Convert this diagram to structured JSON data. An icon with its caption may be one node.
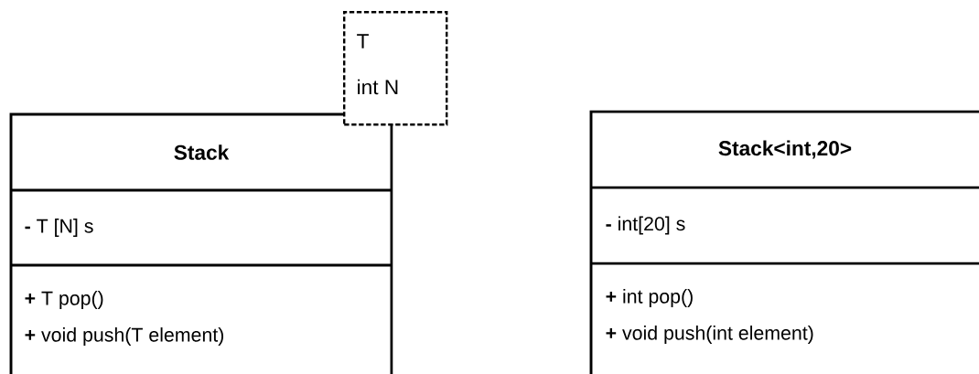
{
  "diagram": {
    "nodes": [
      {
        "text": [
          "Stack",
          "**-** T [N] s",
          "**+** T pop()",
          "**+** void  push(T element)"
        ]
      },
      {
        "text": [
          "T",
          "int N"
        ]
      },
      {
        "text": [
          "Stack<int,20>",
          "**-** int[20] s",
          "**+** int pop()",
          "**+** void push(int element)"
        ]
      }
    ]
  }
}
